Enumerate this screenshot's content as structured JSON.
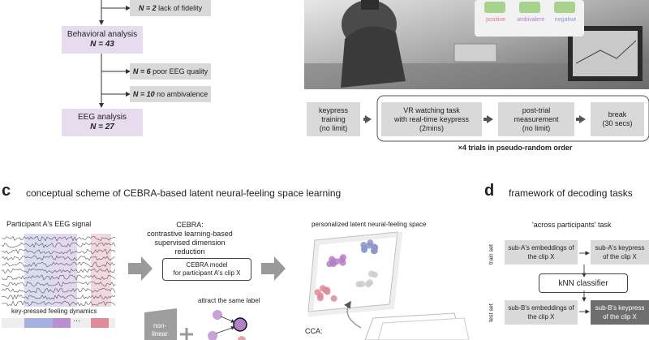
{
  "flow": {
    "excl1_n": "N = 2",
    "excl1_text": "lack of fidelity",
    "behav_title": "Behavioral analysis",
    "behav_n": "N = 43",
    "excl2_n": "N = 6",
    "excl2_text": "poor EEG quality",
    "excl3_n": "N = 10",
    "excl3_text": "no ambivalence",
    "eeg_title": "EEG analysis",
    "eeg_n": "N = 27"
  },
  "photo": {
    "key_labels": [
      "positive",
      "ambivalent",
      "negative"
    ],
    "colors": {
      "positive": "#d77a8a",
      "ambivalent": "#b57fc7",
      "negative": "#8a97cc"
    }
  },
  "procedure": {
    "steps": [
      {
        "l1": "keypress",
        "l2": "training",
        "l3": "(no limit)"
      },
      {
        "l1": "VR watching task",
        "l2": "with real-time keypress",
        "l3": "(2mins)"
      },
      {
        "l1": "post-trial",
        "l2": "measurement",
        "l3": "(no limit)"
      },
      {
        "l1": "break",
        "l2": "(30 secs)",
        "l3": ""
      }
    ],
    "repeat_label": "×4 trials in pseudo-random order"
  },
  "panel_c": {
    "letter": "c",
    "title": "conceptual scheme of CEBRA-based latent neural-feeling space learning",
    "eeg_label": "Participant A's EEG signal",
    "cebra_title": "CEBRA:",
    "cebra_sub1": "contrastive learning-based",
    "cebra_sub2": "supervised dimension reduction",
    "model_l1": "CEBRA model",
    "model_l2": "for participant A's clip X",
    "keypress_label": "key-pressed feeling dynamics",
    "attract_label": "attract the same label",
    "nonlinear_label": "non-linear",
    "space_label": "personalized latent neural-feeling space",
    "cca_label": "CCA:"
  },
  "panel_d": {
    "letter": "d",
    "title": "framework of decoding tasks",
    "subtitle": "'across participants' task",
    "train_label": "train set",
    "test_label": "test set",
    "box_a_emb": "sub-A's embeddings of the clip X",
    "box_a_key": "sub-A's keypress of the clip X",
    "classifier": "kNN classifier",
    "box_b_emb": "sub-B's embeddings of the clip X",
    "box_b_key": "sub-B's keypress of the clip X"
  }
}
